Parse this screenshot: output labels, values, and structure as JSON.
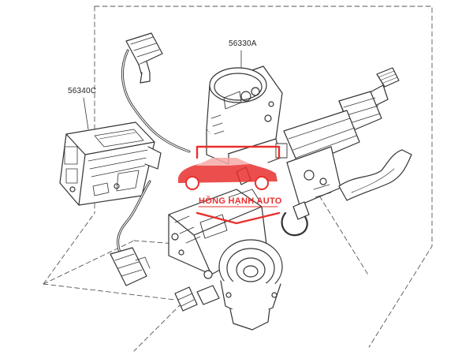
{
  "labels": {
    "motor_part": "56330A",
    "module_part": "56340C"
  },
  "watermark": {
    "text": "HỒNG HẠNH AUTO",
    "color": "#e8302e"
  },
  "colors": {
    "line": "#333333",
    "dash": "#555555",
    "accent": "#e8302e"
  }
}
